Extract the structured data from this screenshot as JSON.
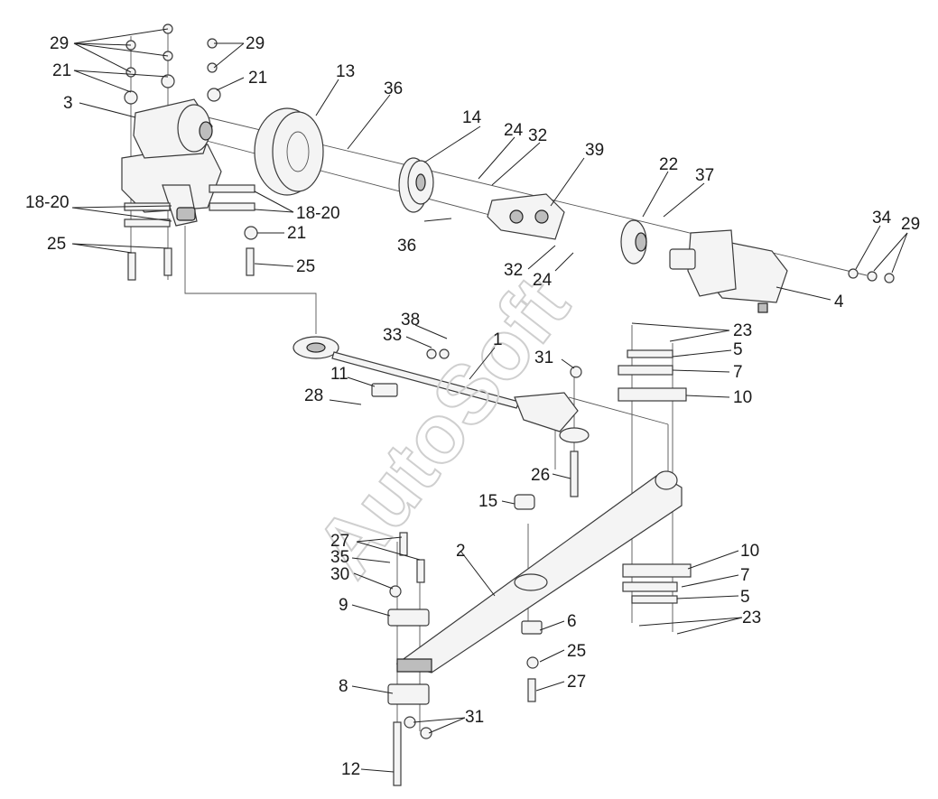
{
  "watermark": "AutoSoft",
  "callouts": {
    "c29a": "29",
    "c29b": "29",
    "c29c": "29",
    "c21a": "21",
    "c21b": "21",
    "c21c": "21",
    "c3": "3",
    "c13": "13",
    "c36a": "36",
    "c36b": "36",
    "c14": "14",
    "c24a": "24",
    "c24b": "24",
    "c32a": "32",
    "c32b": "32",
    "c39": "39",
    "c22": "22",
    "c37": "37",
    "c34": "34",
    "c4": "4",
    "c1820a": "18-20",
    "c1820b": "18-20",
    "c25a": "25",
    "c25b": "25",
    "c25c": "25",
    "c38": "38",
    "c33": "33",
    "c1": "1",
    "c31a": "31",
    "c31b": "31",
    "c11": "11",
    "c28": "28",
    "c23a": "23",
    "c23b": "23",
    "c5a": "5",
    "c5b": "5",
    "c7a": "7",
    "c7b": "7",
    "c10a": "10",
    "c10b": "10",
    "c26": "26",
    "c15": "15",
    "c27a": "27",
    "c27b": "27",
    "c35": "35",
    "c30": "30",
    "c2": "2",
    "c9": "9",
    "c6": "6",
    "c8": "8",
    "c12": "12"
  }
}
